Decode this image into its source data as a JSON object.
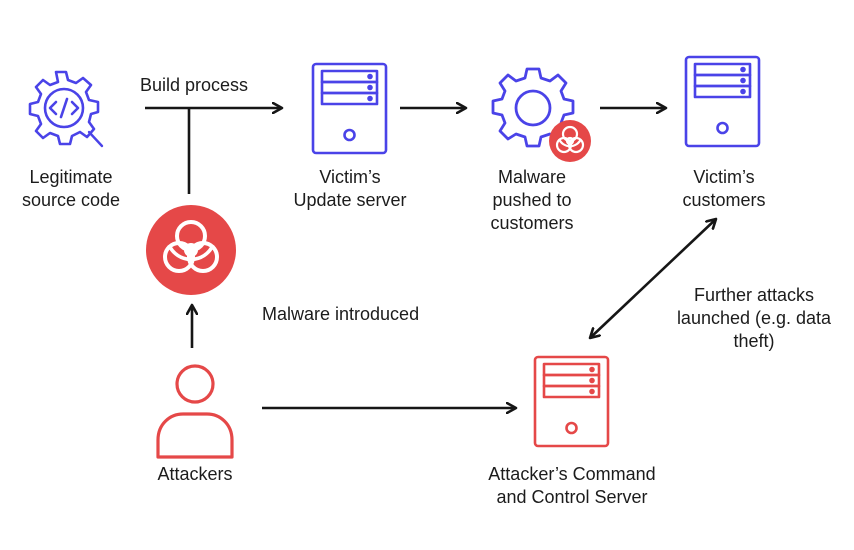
{
  "colors": {
    "blue": "#4a43e8",
    "red": "#e54848",
    "ink": "#161616",
    "background": "#ffffff"
  },
  "nodes": {
    "source_code": {
      "label": "Legitimate\nsource code",
      "icon": "code-gear-icon"
    },
    "update_server": {
      "label": "Victim’s\nUpdate server",
      "icon": "server-icon"
    },
    "malware_pushed": {
      "label": "Malware\npushed to\ncustomers",
      "icon": "gear-biohazard-icon"
    },
    "victim_customers": {
      "label": "Victim’s\ncustomers",
      "icon": "server-icon"
    },
    "biohazard": {
      "icon": "biohazard-icon"
    },
    "attackers": {
      "label": "Attackers",
      "icon": "user-icon"
    },
    "cc_server": {
      "label": "Attacker’s Command\nand Control Server",
      "icon": "server-icon"
    }
  },
  "edges": {
    "build_process": "Build process",
    "malware_introduced": "Malware introduced",
    "further_attacks": "Further attacks\nlaunched (e.g. data\ntheft)"
  }
}
